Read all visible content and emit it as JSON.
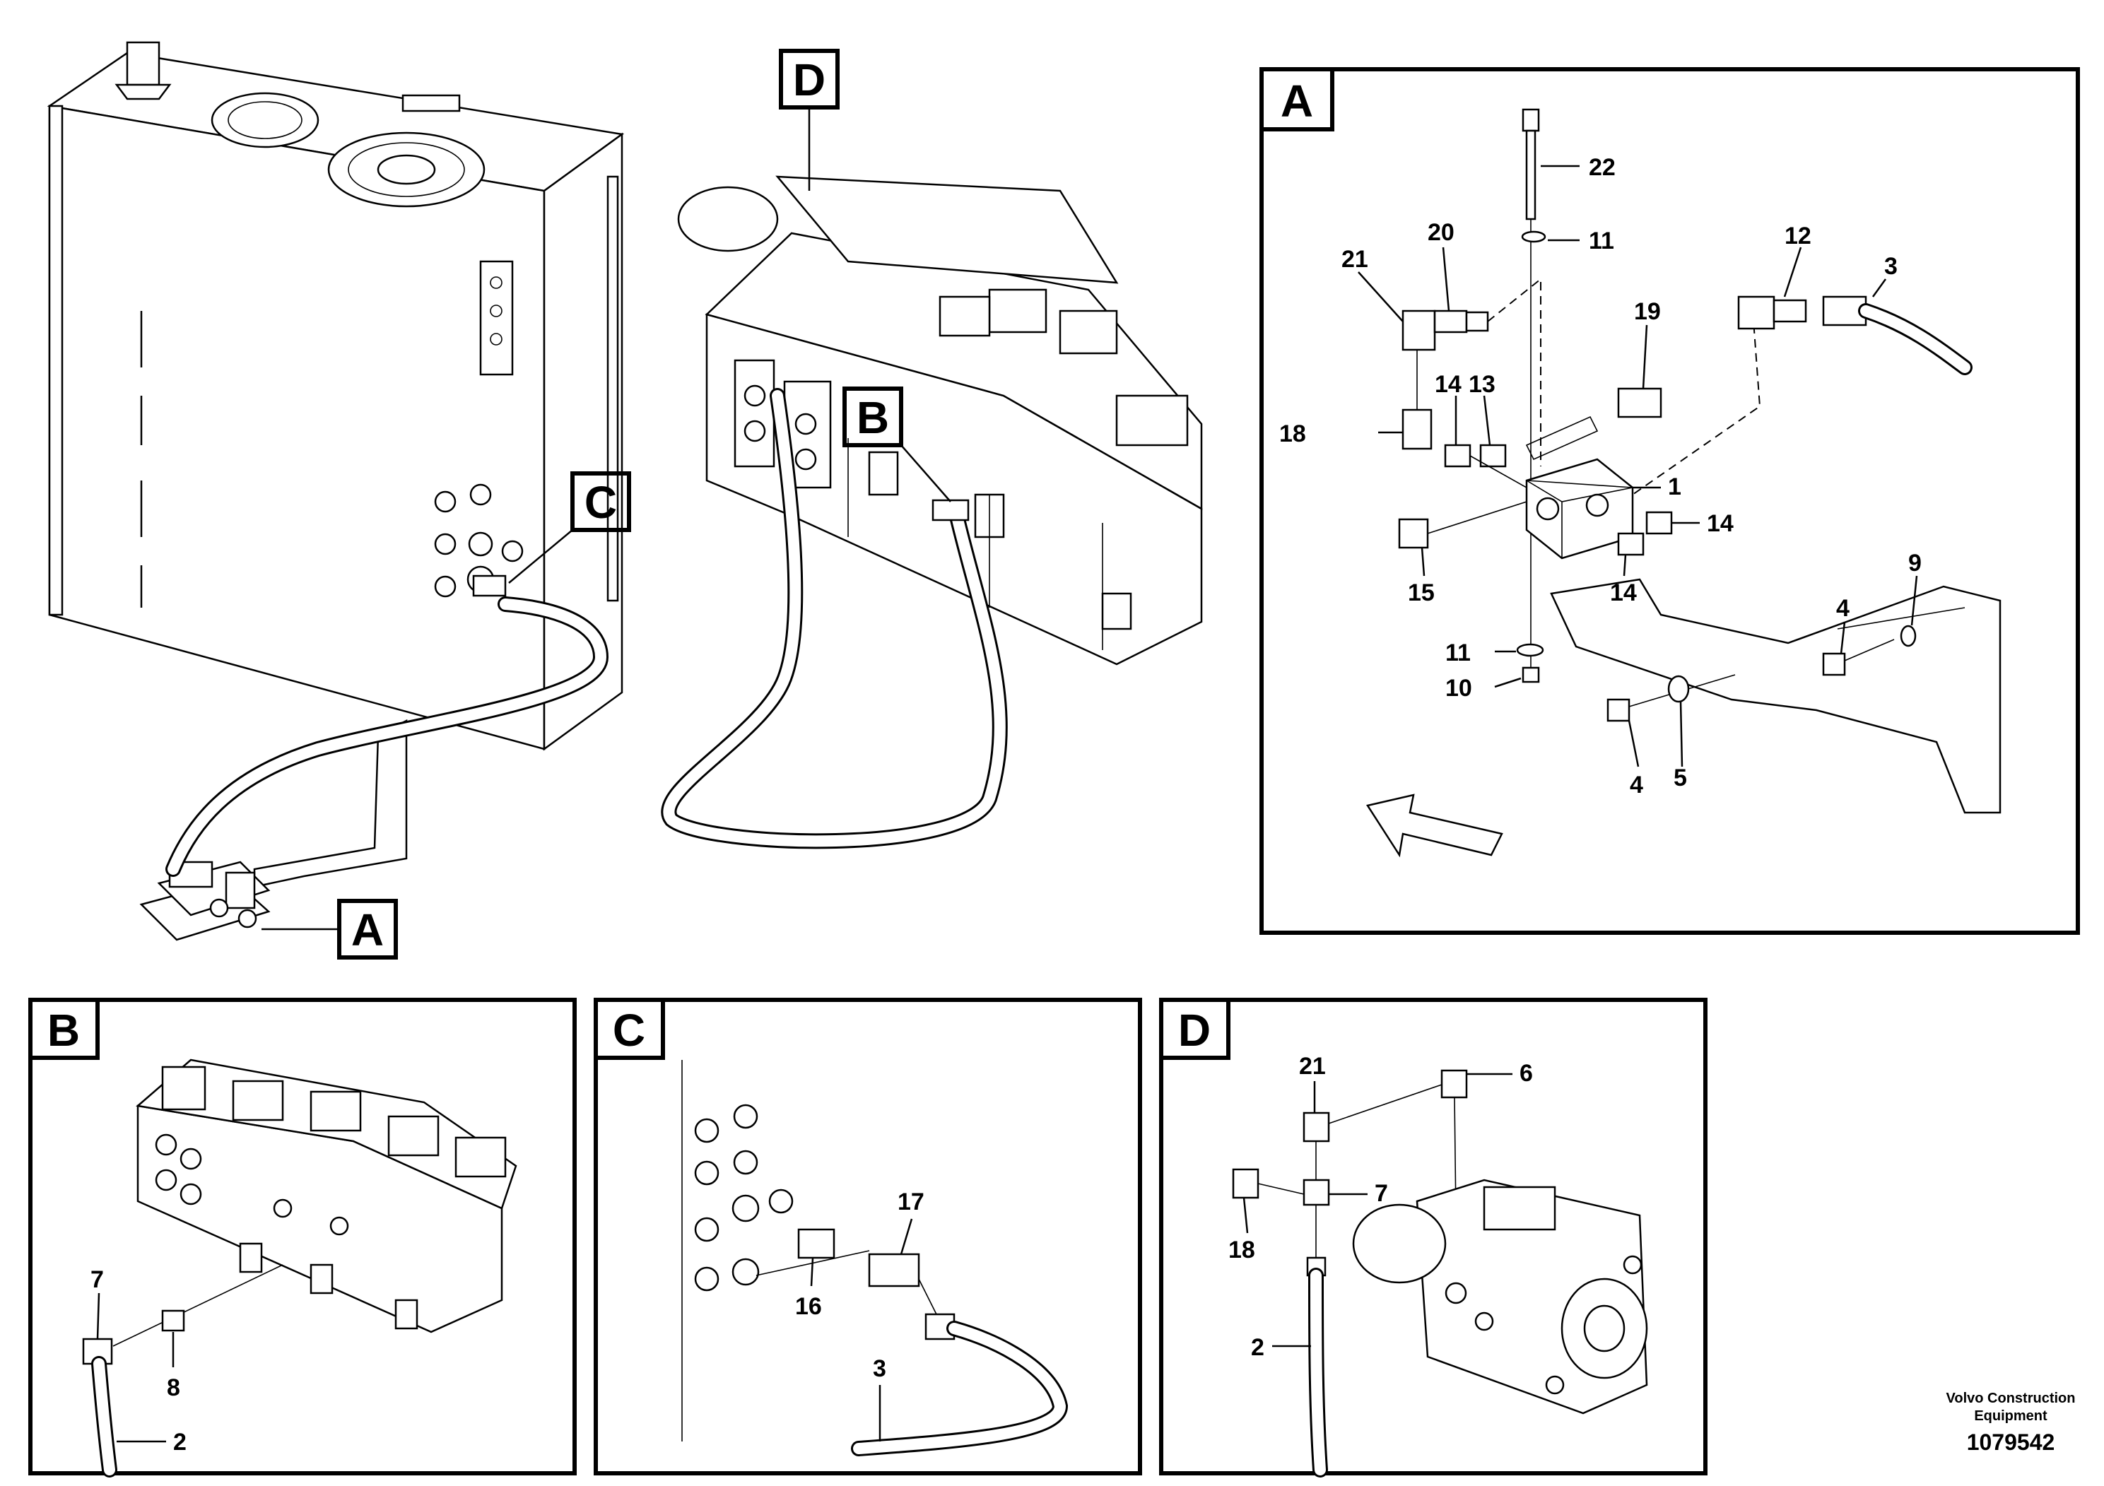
{
  "callouts": {
    "A": "A",
    "B": "B",
    "C": "C",
    "D": "D"
  },
  "panel_a": {
    "title": "A",
    "labels": [
      "22",
      "11",
      "20",
      "21",
      "12",
      "3",
      "19",
      "14",
      "13",
      "18",
      "1",
      "14",
      "15",
      "14",
      "11",
      "10",
      "9",
      "4",
      "4",
      "5"
    ]
  },
  "panel_b": {
    "title": "B",
    "labels": [
      "7",
      "8",
      "2"
    ]
  },
  "panel_c": {
    "title": "C",
    "labels": [
      "17",
      "16",
      "3"
    ]
  },
  "panel_d": {
    "title": "D",
    "labels": [
      "21",
      "6",
      "7",
      "18",
      "2"
    ]
  },
  "footer": {
    "company_line1": "Volvo Construction",
    "company_line2": "Equipment",
    "drawing_number": "1079542"
  }
}
